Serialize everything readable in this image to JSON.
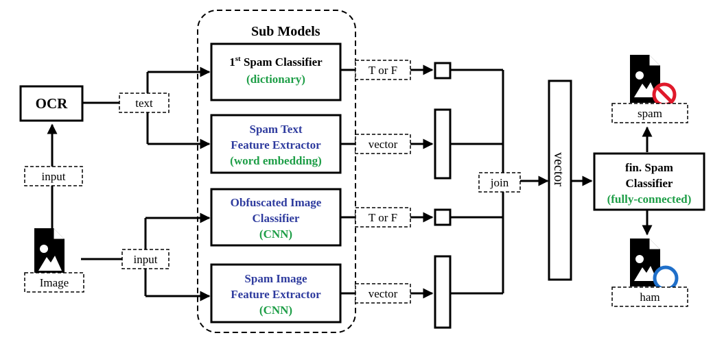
{
  "group_title": "Sub Models",
  "colors": {
    "blue": "#2e3b9e",
    "green": "#1e9e47",
    "black": "#000000",
    "prohibit": "#e0192a",
    "ham_ring": "#1f6fc9"
  },
  "ocr": {
    "label": "OCR"
  },
  "image_input": {
    "label": "Image",
    "icon": "image-file-icon"
  },
  "edge_labels": {
    "input_to_ocr": "input",
    "ocr_text": "text",
    "image_input": "input",
    "out1": "T or F",
    "out2": "vector",
    "out3": "T or F",
    "out4": "vector",
    "join": "join"
  },
  "sub_models": [
    {
      "title_main": "1",
      "title_sup": "st",
      "title_rest": " Spam Classifier",
      "method": "(dictionary)"
    },
    {
      "line1": "Spam Text",
      "line2": "Feature Extractor",
      "method": "(word embedding)"
    },
    {
      "line1": "Obfuscated Image",
      "line2": "Classifier",
      "method": "(CNN)"
    },
    {
      "line1": "Spam Image",
      "line2": "Feature Extractor",
      "method": "(CNN)"
    }
  ],
  "join_vector": {
    "label": "vector"
  },
  "final_classifier": {
    "line1": "fin. Spam",
    "line2": "Classifier",
    "method": "(fully-connected)"
  },
  "outputs": {
    "spam": {
      "label": "spam",
      "icon": "image-file-icon",
      "badge": "prohibited-icon"
    },
    "ham": {
      "label": "ham",
      "icon": "image-file-icon",
      "badge": "ok-circle-icon"
    }
  }
}
